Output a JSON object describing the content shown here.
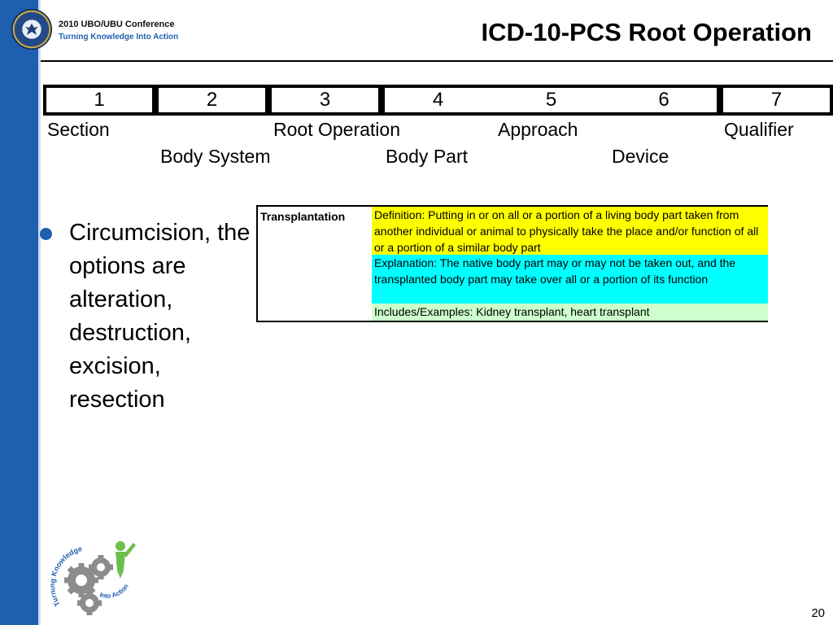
{
  "header": {
    "conference": "2010 UBO/UBU Conference",
    "tagline": "Turning Knowledge Into Action",
    "title": "ICD-10-PCS Root Operation"
  },
  "code_positions": [
    "1",
    "2",
    "3",
    "4",
    "5",
    "6",
    "7"
  ],
  "position_labels": {
    "section": "Section",
    "body_system": "Body System",
    "root_operation": "Root Operation",
    "body_part": "Body Part",
    "approach": "Approach",
    "device": "Device",
    "qualifier": "Qualifier"
  },
  "bullet": "Circumcision, the options are alteration, destruction, excision, resection",
  "operation": {
    "name": "Transplantation",
    "definition": "Definition: Putting in or on all or a portion of a living body part taken from another individual or animal to physically take the place and/or function of all or a portion of a similar body part",
    "explanation": "Explanation: The native body part may or may not be taken out, and the transplanted body part may take over all or a portion of its function",
    "examples": "Includes/Examples: Kidney transplant, heart transplant",
    "colors": {
      "definition": "#ffff00",
      "explanation": "#00ffff",
      "examples": "#ccffcc"
    }
  },
  "logo": {
    "line1": "Turning Knowledge",
    "line2": "Into Action"
  },
  "page_number": "20",
  "colors": {
    "accent": "#1f5fb0"
  }
}
